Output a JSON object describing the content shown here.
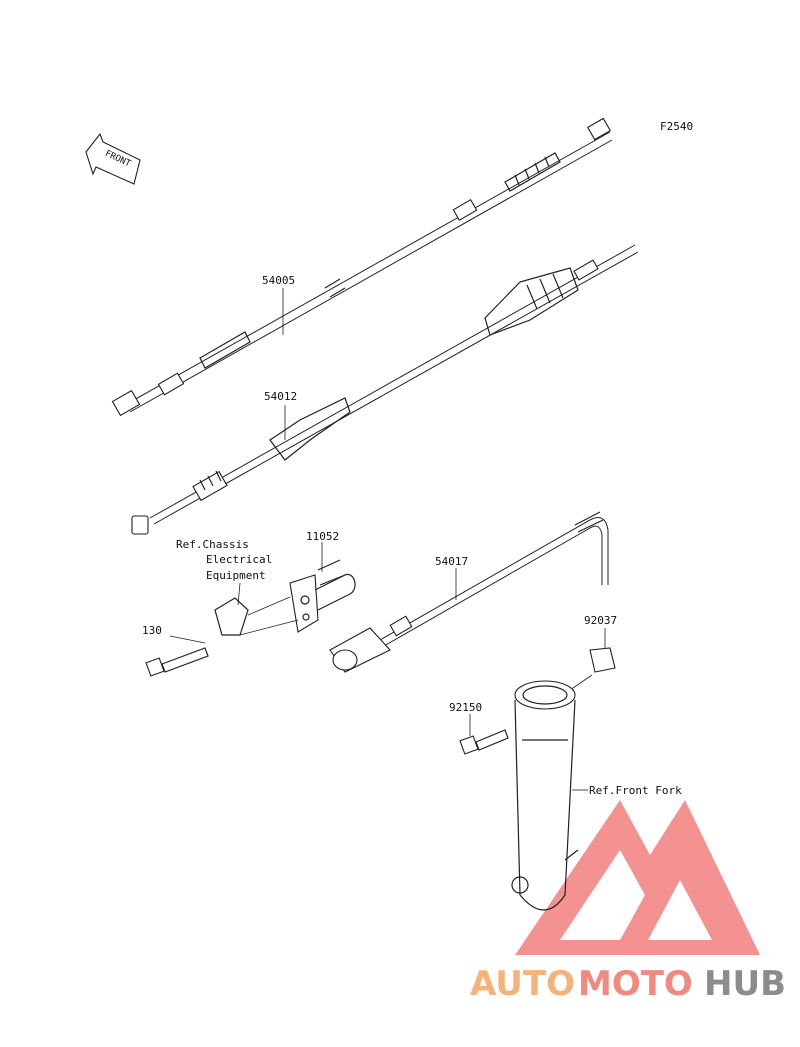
{
  "figure_code": "F2540",
  "front_badge": "FRONT",
  "parts": [
    {
      "id": "p54005",
      "number": "54005"
    },
    {
      "id": "p54012",
      "number": "54012"
    },
    {
      "id": "p11052",
      "number": "11052"
    },
    {
      "id": "p54017",
      "number": "54017"
    },
    {
      "id": "p130",
      "number": "130"
    },
    {
      "id": "p92037",
      "number": "92037"
    },
    {
      "id": "p92150",
      "number": "92150"
    }
  ],
  "references": {
    "chassis_line1": "Ref.Chassis",
    "chassis_line2": "Electrical",
    "chassis_line3": "Equipment",
    "front_fork": "Ref.Front Fork"
  },
  "watermark": {
    "part1": "AUTO",
    "part2": "MOTO",
    "part3": "HUB",
    "color1": "#f5b27a",
    "color2": "#f08a80",
    "color3": "#8c8c8c",
    "triangle_color": "#f06e6e"
  }
}
